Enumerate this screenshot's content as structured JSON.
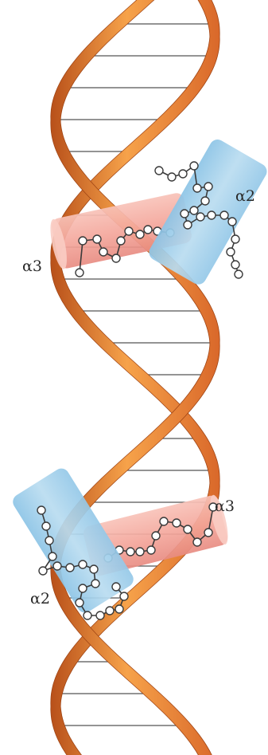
{
  "labels": {
    "upper_alpha3": "α3",
    "upper_alpha2": "α2",
    "lower_alpha3": "α3",
    "lower_alpha2": "α2"
  },
  "colors": {
    "strand_light": "#f6a24a",
    "strand_mid": "#e8782a",
    "strand_dark": "#b8501a",
    "alpha3_fill": "#f4aaa0",
    "alpha2_fill": "#a9d4ec"
  }
}
